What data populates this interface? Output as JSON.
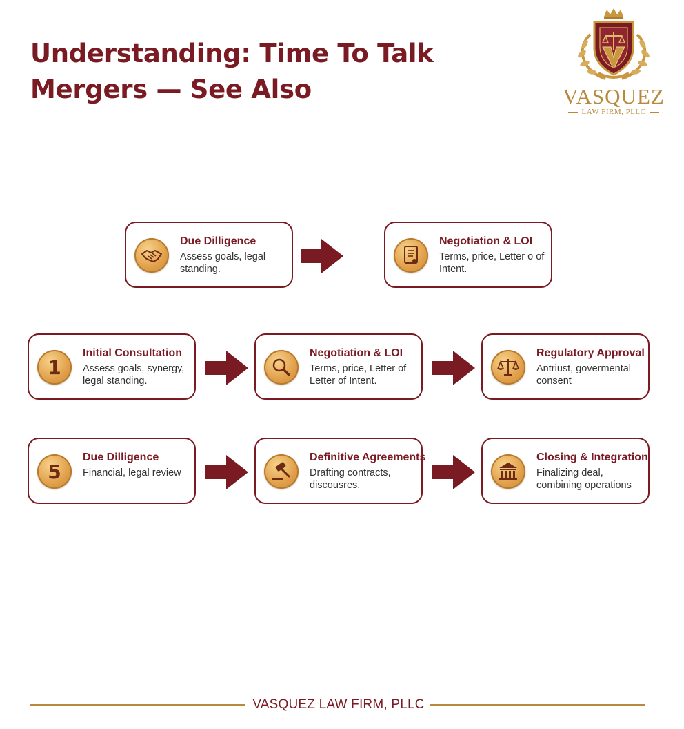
{
  "header": {
    "title_line1": "Understanding: Time To Talk",
    "title_line2": "Mergers — See Also"
  },
  "logo": {
    "name": "VASQUEZ",
    "sub": "LAW FIRM, PLLC",
    "emblem_icon": "crest-icon"
  },
  "steps": {
    "top_left": {
      "title": "Due Dilligence",
      "desc": "Assess goals, legal standing.",
      "icon": "handshake-icon"
    },
    "top_right": {
      "title": "Negotiation & LOI",
      "desc": "Terms, price, Letter o of Intent.",
      "icon": "document-icon"
    },
    "r1c1": {
      "title": "Initial Consultation",
      "desc": "Assess goals, synergy, legal standing.",
      "badge": "1"
    },
    "r1c2": {
      "title": "Negotiation & LOI",
      "desc": "Terms, price, Letter of Letter of Intent.",
      "icon": "magnifier-icon"
    },
    "r1c3": {
      "title": "Regulatory Approval",
      "desc": "Antriust, govermental consent",
      "icon": "scales-icon"
    },
    "r2c1": {
      "title": "Due Dilligence",
      "desc": "Financial, legal review",
      "badge": "5"
    },
    "r2c2": {
      "title": "Definitive Agreements",
      "desc": "Drafting contracts, discousres.",
      "icon": "gavel-icon"
    },
    "r2c3": {
      "title": "Closing & Integration",
      "desc": "Finalizing deal, combining operations",
      "icon": "courthouse-icon"
    }
  },
  "colors": {
    "accent": "#7a1a22",
    "gold": "#b8893c",
    "badge": "#e2a24d"
  },
  "footer": {
    "text": "VASQUEZ LAW FIRM, PLLC"
  }
}
